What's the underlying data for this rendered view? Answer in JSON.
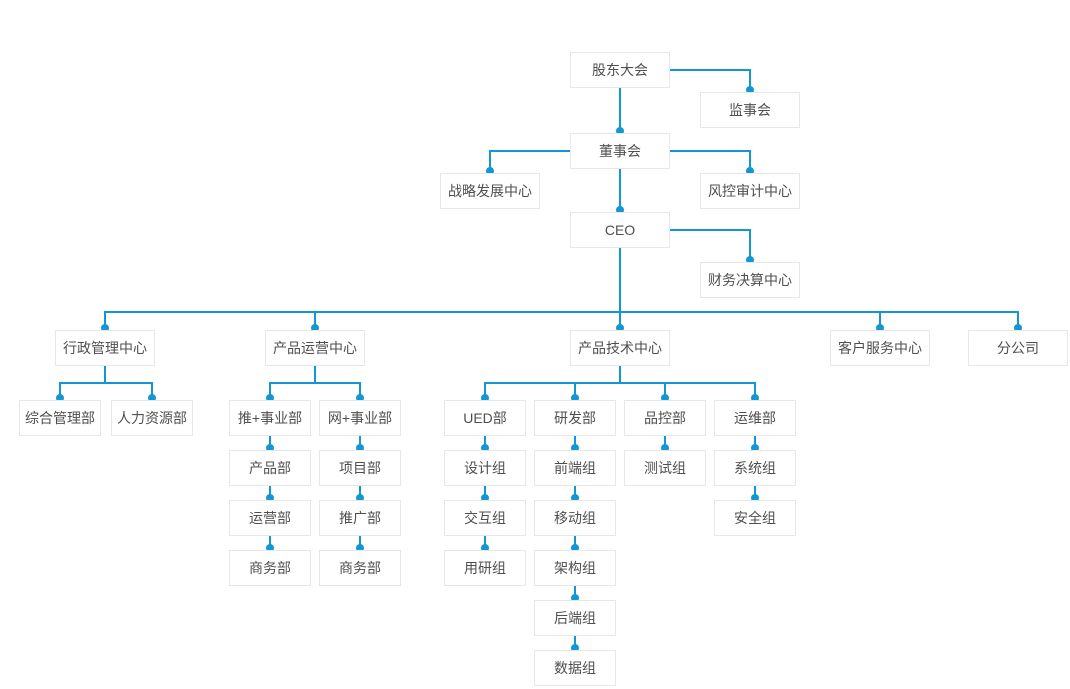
{
  "diagram": {
    "type": "organization-chart",
    "colors": {
      "line": "#1397d4",
      "dot": "#1397d4",
      "box_bg": "#ffffff",
      "box_border": "#e7e7e7",
      "text": "#4f4f4f",
      "background": "#ffffff"
    },
    "nodes": {
      "shareholders_meeting": {
        "label": "股东大会"
      },
      "supervisory_board": {
        "label": "监事会"
      },
      "board_of_directors": {
        "label": "董事会"
      },
      "strategy_center": {
        "label": "战略发展中心"
      },
      "risk_audit_center": {
        "label": "风控审计中心"
      },
      "ceo": {
        "label": "CEO"
      },
      "finance_center": {
        "label": "财务决算中心"
      },
      "admin_center": {
        "label": "行政管理中心"
      },
      "general_mgmt_dept": {
        "label": "综合管理部"
      },
      "hr_dept": {
        "label": "人力资源部"
      },
      "ops_center": {
        "label": "产品运营中心"
      },
      "tui_division": {
        "label": "推+事业部"
      },
      "wang_division": {
        "label": "网+事业部"
      },
      "tui_product_dept": {
        "label": "产品部"
      },
      "tui_operation_dept": {
        "label": "运营部"
      },
      "tui_business_dept": {
        "label": "商务部"
      },
      "wang_project_dept": {
        "label": "项目部"
      },
      "wang_promotion_dept": {
        "label": "推广部"
      },
      "wang_business_dept": {
        "label": "商务部"
      },
      "tech_center": {
        "label": "产品技术中心"
      },
      "ued_dept": {
        "label": "UED部"
      },
      "rd_dept": {
        "label": "研发部"
      },
      "qc_dept": {
        "label": "品控部"
      },
      "om_dept": {
        "label": "运维部"
      },
      "design_group": {
        "label": "设计组"
      },
      "interaction_group": {
        "label": "交互组"
      },
      "user_research_group": {
        "label": "用研组"
      },
      "frontend_group": {
        "label": "前端组"
      },
      "mobile_group": {
        "label": "移动组"
      },
      "architecture_group": {
        "label": "架构组"
      },
      "backend_group": {
        "label": "后端组"
      },
      "data_group": {
        "label": "数据组"
      },
      "test_group": {
        "label": "测试组"
      },
      "system_group": {
        "label": "系统组"
      },
      "security_group": {
        "label": "安全组"
      },
      "service_center": {
        "label": "客户服务中心"
      },
      "branch_company": {
        "label": "分公司"
      }
    },
    "connections": [
      [
        "shareholders_meeting",
        "supervisory_board"
      ],
      [
        "shareholders_meeting",
        "board_of_directors"
      ],
      [
        "board_of_directors",
        "strategy_center"
      ],
      [
        "board_of_directors",
        "risk_audit_center"
      ],
      [
        "board_of_directors",
        "ceo"
      ],
      [
        "ceo",
        "finance_center"
      ],
      [
        "ceo",
        "admin_center"
      ],
      [
        "ceo",
        "ops_center"
      ],
      [
        "ceo",
        "tech_center"
      ],
      [
        "ceo",
        "service_center"
      ],
      [
        "ceo",
        "branch_company"
      ],
      [
        "admin_center",
        "general_mgmt_dept"
      ],
      [
        "admin_center",
        "hr_dept"
      ],
      [
        "ops_center",
        "tui_division"
      ],
      [
        "ops_center",
        "wang_division"
      ],
      [
        "tui_division",
        "tui_product_dept"
      ],
      [
        "tui_product_dept",
        "tui_operation_dept"
      ],
      [
        "tui_operation_dept",
        "tui_business_dept"
      ],
      [
        "wang_division",
        "wang_project_dept"
      ],
      [
        "wang_project_dept",
        "wang_promotion_dept"
      ],
      [
        "wang_promotion_dept",
        "wang_business_dept"
      ],
      [
        "tech_center",
        "ued_dept"
      ],
      [
        "tech_center",
        "rd_dept"
      ],
      [
        "tech_center",
        "qc_dept"
      ],
      [
        "tech_center",
        "om_dept"
      ],
      [
        "ued_dept",
        "design_group"
      ],
      [
        "design_group",
        "interaction_group"
      ],
      [
        "interaction_group",
        "user_research_group"
      ],
      [
        "rd_dept",
        "frontend_group"
      ],
      [
        "frontend_group",
        "mobile_group"
      ],
      [
        "mobile_group",
        "architecture_group"
      ],
      [
        "architecture_group",
        "backend_group"
      ],
      [
        "backend_group",
        "data_group"
      ],
      [
        "qc_dept",
        "test_group"
      ],
      [
        "om_dept",
        "system_group"
      ],
      [
        "system_group",
        "security_group"
      ]
    ]
  }
}
